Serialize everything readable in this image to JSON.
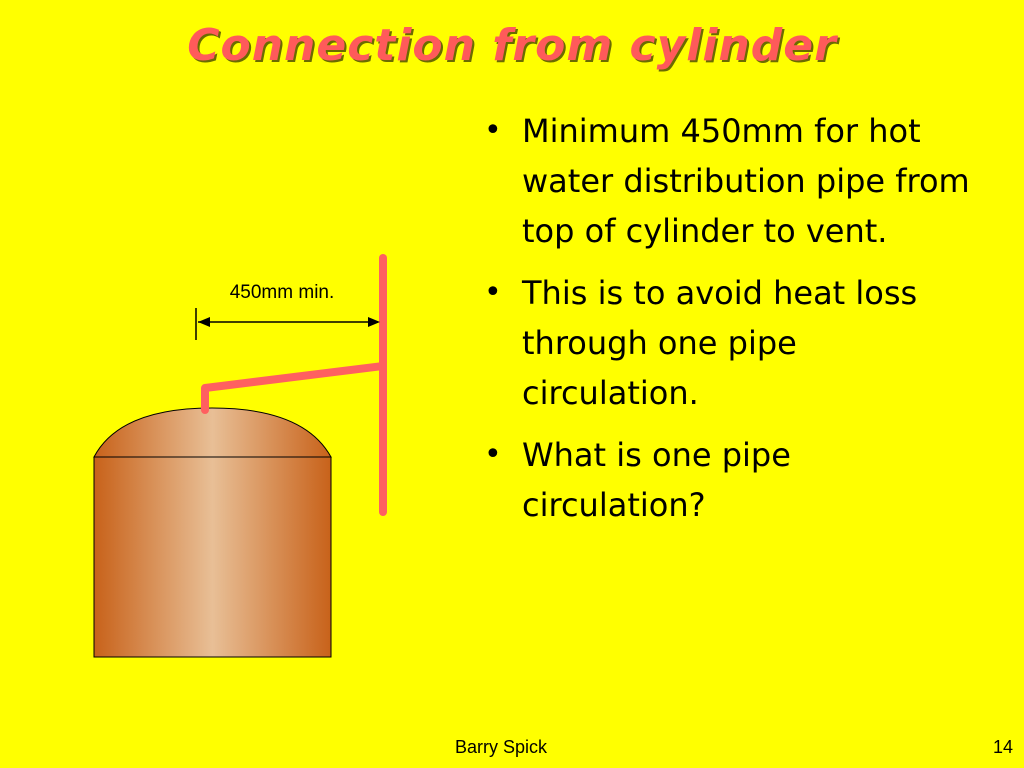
{
  "slide": {
    "title": "Connection from cylinder",
    "bullets": [
      "Minimum 450mm for hot water distribution pipe from top of cylinder to vent.",
      "This is to avoid heat loss through one pipe circulation.",
      "What is one pipe circulation?"
    ],
    "dimension_label": "450mm min.",
    "footer_author": "Barry Spick",
    "page_number": "14"
  },
  "colors": {
    "background": "#ffff00",
    "title": "#ff5a5a",
    "pipe": "#ff6060",
    "cylinder_edge": "#c8621a",
    "cylinder_center": "#e8bf96"
  }
}
